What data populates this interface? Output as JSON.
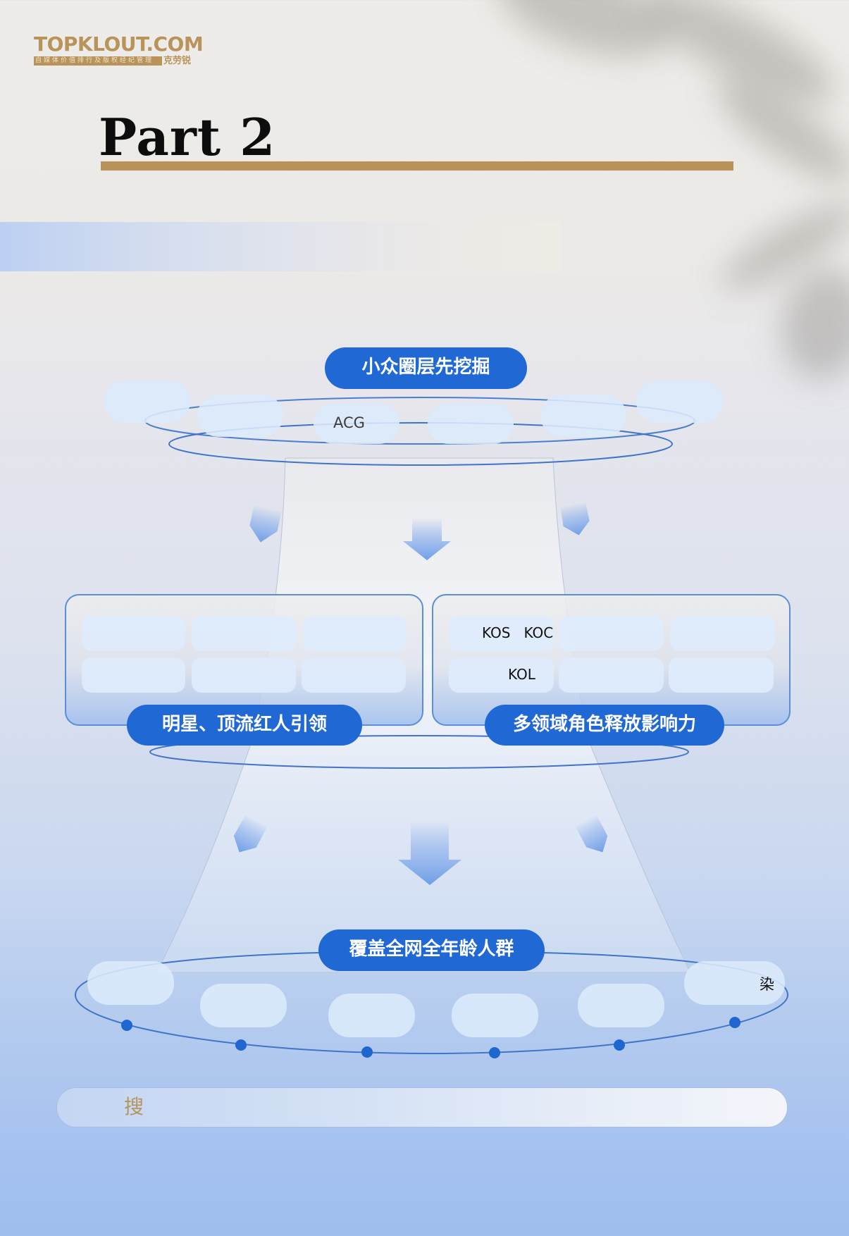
{
  "logo": {
    "brand": "TOPKLOUT.COM",
    "tagline": "自媒体价值排行及版权经纪管理",
    "cn_name": "克劳锐"
  },
  "header": {
    "title": "Part 2"
  },
  "diagram": {
    "top_tier": {
      "label": "小众圈层先挖掘",
      "tags": [
        "",
        "",
        "ACG",
        "",
        "",
        ""
      ]
    },
    "middle_tier": {
      "left": {
        "label": "明星、顶流红人引领",
        "cells": [
          "",
          "",
          "",
          "",
          "",
          ""
        ]
      },
      "right": {
        "label": "多领域角色释放影响力",
        "cells": [
          "KOS   KOC",
          "",
          "",
          "KOL",
          "",
          ""
        ]
      }
    },
    "bottom_tier": {
      "label": "覆盖全网全年龄人群",
      "tags": [
        "",
        "",
        "",
        "",
        "",
        "染"
      ]
    }
  },
  "search": {
    "glyph": "搜"
  },
  "colors": {
    "accent_blue": "#2068d3",
    "gold": "#b8935a",
    "ring_blue": "#4a7fd0",
    "arrow_blue": "#7ea8ea"
  }
}
